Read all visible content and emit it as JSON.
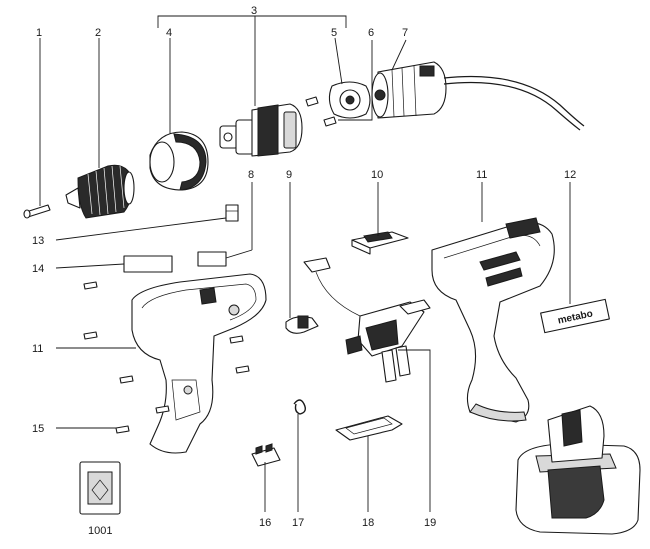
{
  "callouts": [
    {
      "id": "1"
    },
    {
      "id": "2"
    },
    {
      "id": "3"
    },
    {
      "id": "4"
    },
    {
      "id": "5"
    },
    {
      "id": "6"
    },
    {
      "id": "7"
    },
    {
      "id": "8"
    },
    {
      "id": "9"
    },
    {
      "id": "10"
    },
    {
      "id": "11"
    },
    {
      "id": "11b",
      "text": "11"
    },
    {
      "id": "12"
    },
    {
      "id": "13"
    },
    {
      "id": "14"
    },
    {
      "id": "15"
    },
    {
      "id": "16"
    },
    {
      "id": "17"
    },
    {
      "id": "18"
    },
    {
      "id": "19"
    },
    {
      "id": "1001"
    }
  ],
  "brand_label": "metabo"
}
